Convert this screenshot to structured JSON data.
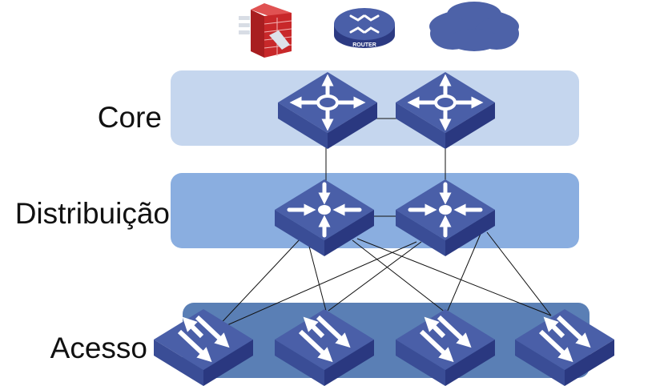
{
  "diagram": {
    "type": "hierarchical network topology",
    "top_icons": [
      {
        "name": "firewall",
        "icon": "firewall-icon"
      },
      {
        "name": "router",
        "icon": "router-icon",
        "label": "ROUTER"
      },
      {
        "name": "cloud",
        "icon": "cloud-icon"
      }
    ],
    "layers": [
      {
        "id": "core",
        "label": "Core",
        "device_icon": "core-switch-icon",
        "device_count": 2,
        "band_color": "#c5d6ee"
      },
      {
        "id": "distribution",
        "label": "Distribuição",
        "device_icon": "distribution-switch-icon",
        "device_count": 2,
        "band_color": "#8aaee0"
      },
      {
        "id": "access",
        "label": "Acesso",
        "device_icon": "access-switch-icon",
        "device_count": 4,
        "band_color": "#5a7fb5"
      }
    ],
    "links": [
      {
        "from": "core-1",
        "to": "core-2"
      },
      {
        "from": "core-1",
        "to": "distribution-1"
      },
      {
        "from": "core-2",
        "to": "distribution-2"
      },
      {
        "from": "distribution-1",
        "to": "distribution-2"
      },
      {
        "from": "distribution-1",
        "to": "access-1"
      },
      {
        "from": "distribution-1",
        "to": "access-2"
      },
      {
        "from": "distribution-1",
        "to": "access-3"
      },
      {
        "from": "distribution-1",
        "to": "access-4"
      },
      {
        "from": "distribution-2",
        "to": "access-1"
      },
      {
        "from": "distribution-2",
        "to": "access-2"
      },
      {
        "from": "distribution-2",
        "to": "access-3"
      },
      {
        "from": "distribution-2",
        "to": "access-4"
      }
    ],
    "colors": {
      "device_top": "#4a5fa8",
      "device_side_left": "#3a4d96",
      "device_side_right": "#2c3a82",
      "firewall_red": "#c8282a",
      "cloud_blue": "#4d62a8"
    }
  }
}
